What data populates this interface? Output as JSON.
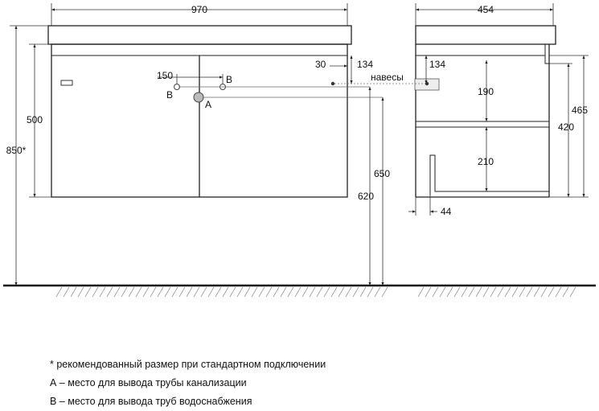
{
  "dimensions": {
    "front_width": "970",
    "side_width": "454",
    "height_500": "500",
    "height_850": "850*",
    "pipe_spacing": "150",
    "offset_30": "30",
    "offset_134_front": "134",
    "offset_134_side": "134",
    "height_650": "650",
    "height_620": "620",
    "shelf_190": "190",
    "shelf_210": "210",
    "height_465": "465",
    "height_420": "420",
    "depth_44": "44"
  },
  "labels": {
    "point_b_left": "B",
    "point_b_right": "B",
    "point_a": "A",
    "hinges": "навесы"
  },
  "notes": [
    "* рекомендованный размер при стандартном подключении",
    "А – место для вывода трубы канализации",
    "В – место для вывода труб водоснабжения"
  ]
}
